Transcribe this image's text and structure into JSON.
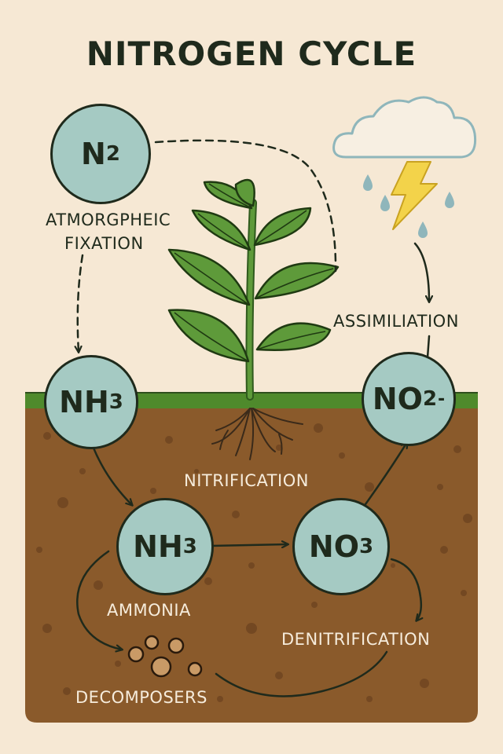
{
  "title": "NITROGEN CYCLE",
  "nodes": {
    "n2": {
      "base": "N",
      "sub": "2",
      "sup": ""
    },
    "nh3_surface": {
      "base": "NH",
      "sub": "3",
      "sup": ""
    },
    "no2": {
      "base": "NO",
      "sub": "2",
      "sup": "-"
    },
    "nh3_soil": {
      "base": "NH",
      "sub": "3",
      "sup": ""
    },
    "no3": {
      "base": "NO",
      "sub": "3",
      "sup": ""
    }
  },
  "labels": {
    "fixation_line1": "ATMORGPHEIC",
    "fixation_line2": "FIXATION",
    "assimilation": "ASSIMILIATION",
    "nitrification": "NITRIFICATION",
    "ammonia": "AMMONIA",
    "denitrification": "DENITRIFICATION",
    "decomposers": "DECOMPOSERS"
  },
  "colors": {
    "background": "#f6e8d4",
    "soil": "#8a5a2b",
    "grass": "#4f8a2c",
    "node_fill": "#a5cac3",
    "leaf": "#5e9a3a",
    "lightning": "#f3d34a",
    "cloud": "#f7efe2"
  },
  "icons": [
    "cloud-icon",
    "lightning-icon",
    "raindrop-icon",
    "plant-icon",
    "decomposers-icon"
  ]
}
